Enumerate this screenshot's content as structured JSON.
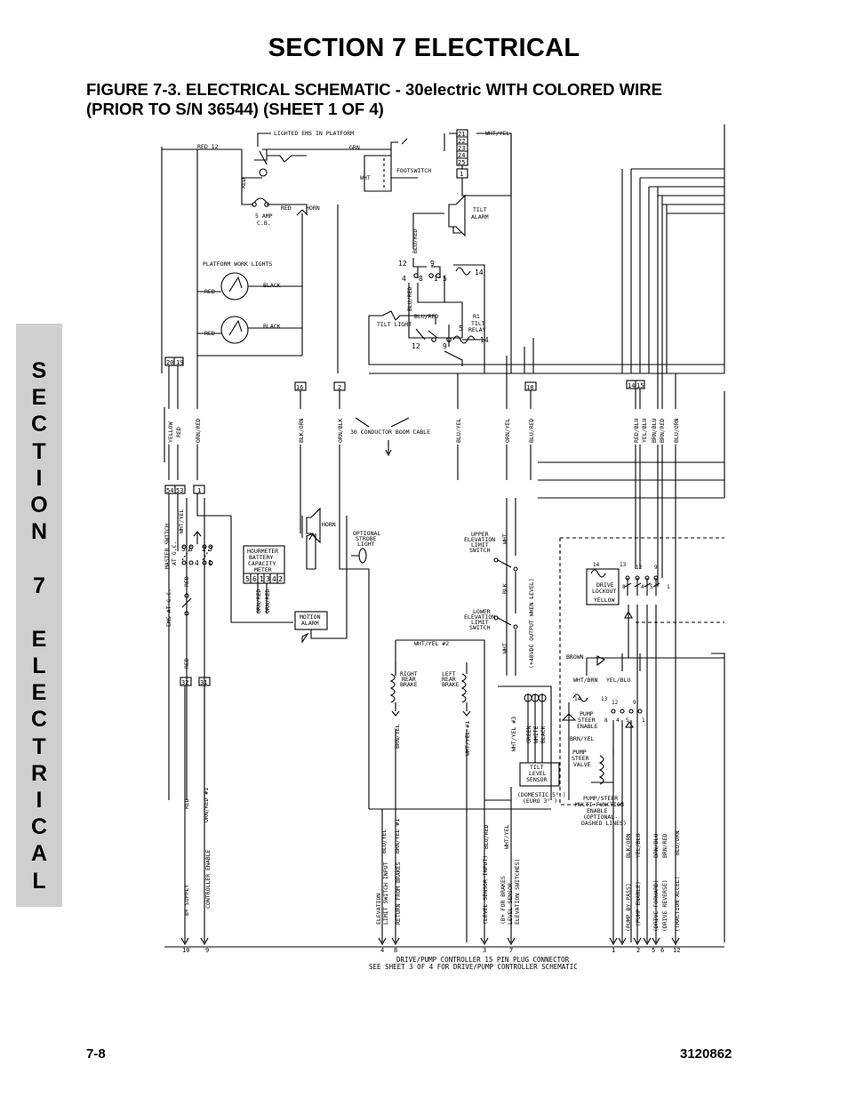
{
  "page": {
    "section_title": "SECTION 7  ELECTRICAL",
    "figure_title_line1": "FIGURE 7-3.   ELECTRICAL SCHEMATIC - 30electric WITH COLORED WIRE",
    "figure_title_line2": "(PRIOR TO S/N 36544) (SHEET 1 OF 4)",
    "side_tab_letters": [
      "S",
      "E",
      "C",
      "T",
      "I",
      "O",
      "N",
      "",
      "7",
      "",
      "E",
      "L",
      "E",
      "C",
      "T",
      "R",
      "I",
      "C",
      "A",
      "L"
    ],
    "footer_left": "7-8",
    "footer_right": "3120862"
  },
  "schematic": {
    "top_labels": {
      "lighted_ems": "LIGHTED EMS IN PLATFORM",
      "red12": "RED 12",
      "grn": "GRN",
      "wht": "WHT",
      "footswitch": "FOOTSWITCH",
      "wht_yel_top": "WHT/YEL",
      "red_a": "RED",
      "red_b": "RED",
      "horn_top": "HORN",
      "amp_cb": "5 AMP",
      "cb": "C.B.",
      "tilt_alarm": "TILT",
      "tilt_alarm2": "ALARM",
      "blu_red_a": "BLU/RED",
      "blu_red_b": "BLU/RED",
      "blu_red_c": "BLU/RED",
      "platform_work_lights": "PLATFORM WORK LIGHTS",
      "red_c": "RED",
      "red_d": "RED",
      "black_a": "BLACK",
      "black_b": "BLACK",
      "tilt_light": "TILT LIGHT",
      "r1": "R1",
      "tilt": "TILT",
      "relay": "RELAY",
      "n12a": "12",
      "n9a": "9",
      "n14a": "14",
      "n4a": "4",
      "n8a": "8",
      "n1a": "1",
      "n5a": "5",
      "n12b": "12",
      "n9b": "9",
      "n14b": "14",
      "n5b": "5",
      "term_top": [
        "21",
        "22",
        "23",
        "24",
        "25"
      ],
      "term_1": "1"
    },
    "cable_labels": {
      "t2019": [
        "20",
        "19"
      ],
      "t16": "16",
      "t2": "2",
      "t18": "18",
      "t1415": [
        "14",
        "15"
      ],
      "boom_cable": "30 CONDUCTOR BOOM CABLE",
      "wire_yellow": "YELLOW",
      "wire_red": "RED",
      "wire_orn_red": "ORN/RED",
      "wire_blk_orn": "BLK/ORN",
      "wire_orn_blk": "ORN/BLK",
      "wire_blu_yel": "BLU/YEL",
      "wire_orn_yel": "ORN/YEL",
      "wire_blu_red": "BLU/RED",
      "wire_red_blu": "RED/BLU",
      "wire_yel_blu": "YEL/BLU",
      "wire_brn_blu": "BRN/BLU",
      "wire_brn_red": "BRN/RED",
      "wire_blu_orn": "BLU/ORN"
    },
    "lower_labels": {
      "t5453": [
        "54",
        "53"
      ],
      "t1": "1",
      "master_switch": "MASTER SWITCH",
      "at_gc": "AT G.C.",
      "wht_yel_ms": "WHT/YEL",
      "ms_nums": [
        "5",
        "6",
        "2",
        "3"
      ],
      "ms_nums2": [
        "4",
        "1"
      ],
      "horn_low": "HORN",
      "optional": "OPTIONAL",
      "strobe": "STROBE",
      "light": "LIGHT",
      "hourmeter": [
        "HOURMETER",
        "BATTERY",
        "CAPACITY",
        "METER"
      ],
      "hm_pins": [
        "5",
        "6",
        "1",
        "3",
        "4",
        "2"
      ],
      "red_ms": "RED",
      "ems_at_gc": "EMS AT G.C.",
      "grn_red_low": "GRN/RED",
      "orn_red_low": "ORN/RED",
      "motion_alarm": [
        "MOTION",
        "ALARM"
      ],
      "red_low": "RED",
      "t32": "32",
      "t31": "31",
      "upper_elev": [
        "UPPER",
        "ELEVATION",
        "LIMIT",
        "SWITCH"
      ],
      "wht_upper": "WHT",
      "lower_elev": [
        "LOWER",
        "ELEVATION",
        "LIMIT",
        "SWITCH"
      ],
      "blk_low": "BLK",
      "wht_low": "WHT",
      "level_out": "(+48VDC OUTPUT WHEN LEVEL)",
      "wht_yel_2": "WHT/YEL #2",
      "right_rear_brake": [
        "RIGHT",
        "REAR",
        "BRAKE"
      ],
      "left_rear_brake": [
        "LEFT",
        "REAR",
        "BRAKE"
      ],
      "brn_yel": "BRN/YEL",
      "wht_yel_1": "WHT/YEL #1",
      "wht_yel_3": "WHT/YEL #3",
      "green_w": "GREEN",
      "white_w": "WHITE",
      "black_w": "BLACK",
      "tilt_level_sensor": [
        "TILT",
        "LEVEL",
        "SENSOR"
      ],
      "domestic": "(DOMESTIC 5° )",
      "euro": "(EURO 3° )",
      "drive_lockout": [
        "DRIVE",
        "LOCKOUT"
      ],
      "yellow_dl": "YELLOW",
      "dl_nums": [
        "14",
        "13",
        "12",
        "9",
        "8",
        "4",
        "5",
        "1"
      ],
      "brown": "BROWN",
      "wht_brn": "WHT/BRN",
      "yel_blu_r": "YEL/BLU",
      "pump_steer_enable": [
        "PUMP",
        "STEER",
        "ENABLE"
      ],
      "ps_nums": [
        "14",
        "13",
        "12",
        "9",
        "4",
        "8",
        "5",
        "1"
      ],
      "brn_yel_r": "BRN/YEL",
      "pump_steer_valve": [
        "PUMP",
        "STEER",
        "VALVE"
      ],
      "pump_steer_mf": [
        "PUMP/STEER",
        "MULTI-FUNCTION",
        "ENABLE",
        "(OPTIONAL-",
        "DASHED LINES)"
      ]
    },
    "bottom_labels": {
      "red_b1": "RED",
      "orn_red_b1": "ORN/RED #1",
      "blu_yel_b": "BLU/YEL",
      "brn_yel_b1": "BRN/YEL #1",
      "blu_red_b": "BLU/RED",
      "wht_yel_b": "WHT/YEL",
      "blk_orn_b": "BLK/ORN",
      "yel_blu_b": "YEL/BLU",
      "brn_blu_b": "BRN/BLU",
      "brn_red_b": "BRN/RED",
      "blu_orn_b": "BLU/ORN",
      "b_plus": "B+ SUPPLY",
      "ctrl_enable": "CONTROLLER ENABLE",
      "elev_limit": [
        "ELEVATION",
        "LIMIT SWITCH INPUT"
      ],
      "return_brakes": "RETURN FROM BRAKES",
      "level_sensor_input": "(LEVEL SENSOR INPUT)",
      "b_for_brakes": [
        "(B+ FOR BRAKES",
        "LEVEL SENSOR",
        "ELEVATION SWITCHES)"
      ],
      "pump_bypass": "(PUMP BY-PASS)",
      "pump_enable": "(PUMP ENABLE)",
      "drive_forward": "(DRIVE FORWARD)",
      "drive_reverse": "(DRIVE REVERSE)",
      "traction_accel": "(TRACTION ACCEL)",
      "pins": [
        "10",
        "9",
        "4",
        "8",
        "3",
        "7",
        "1",
        "2",
        "5",
        "6",
        "12"
      ],
      "connector_line1": "DRIVE/PUMP CONTROLLER 15 PIN PLUG CONNECTOR",
      "connector_line2": "SEE SHEET 3 OF 4 FOR DRIVE/PUMP CONTROLLER SCHEMATIC"
    }
  }
}
